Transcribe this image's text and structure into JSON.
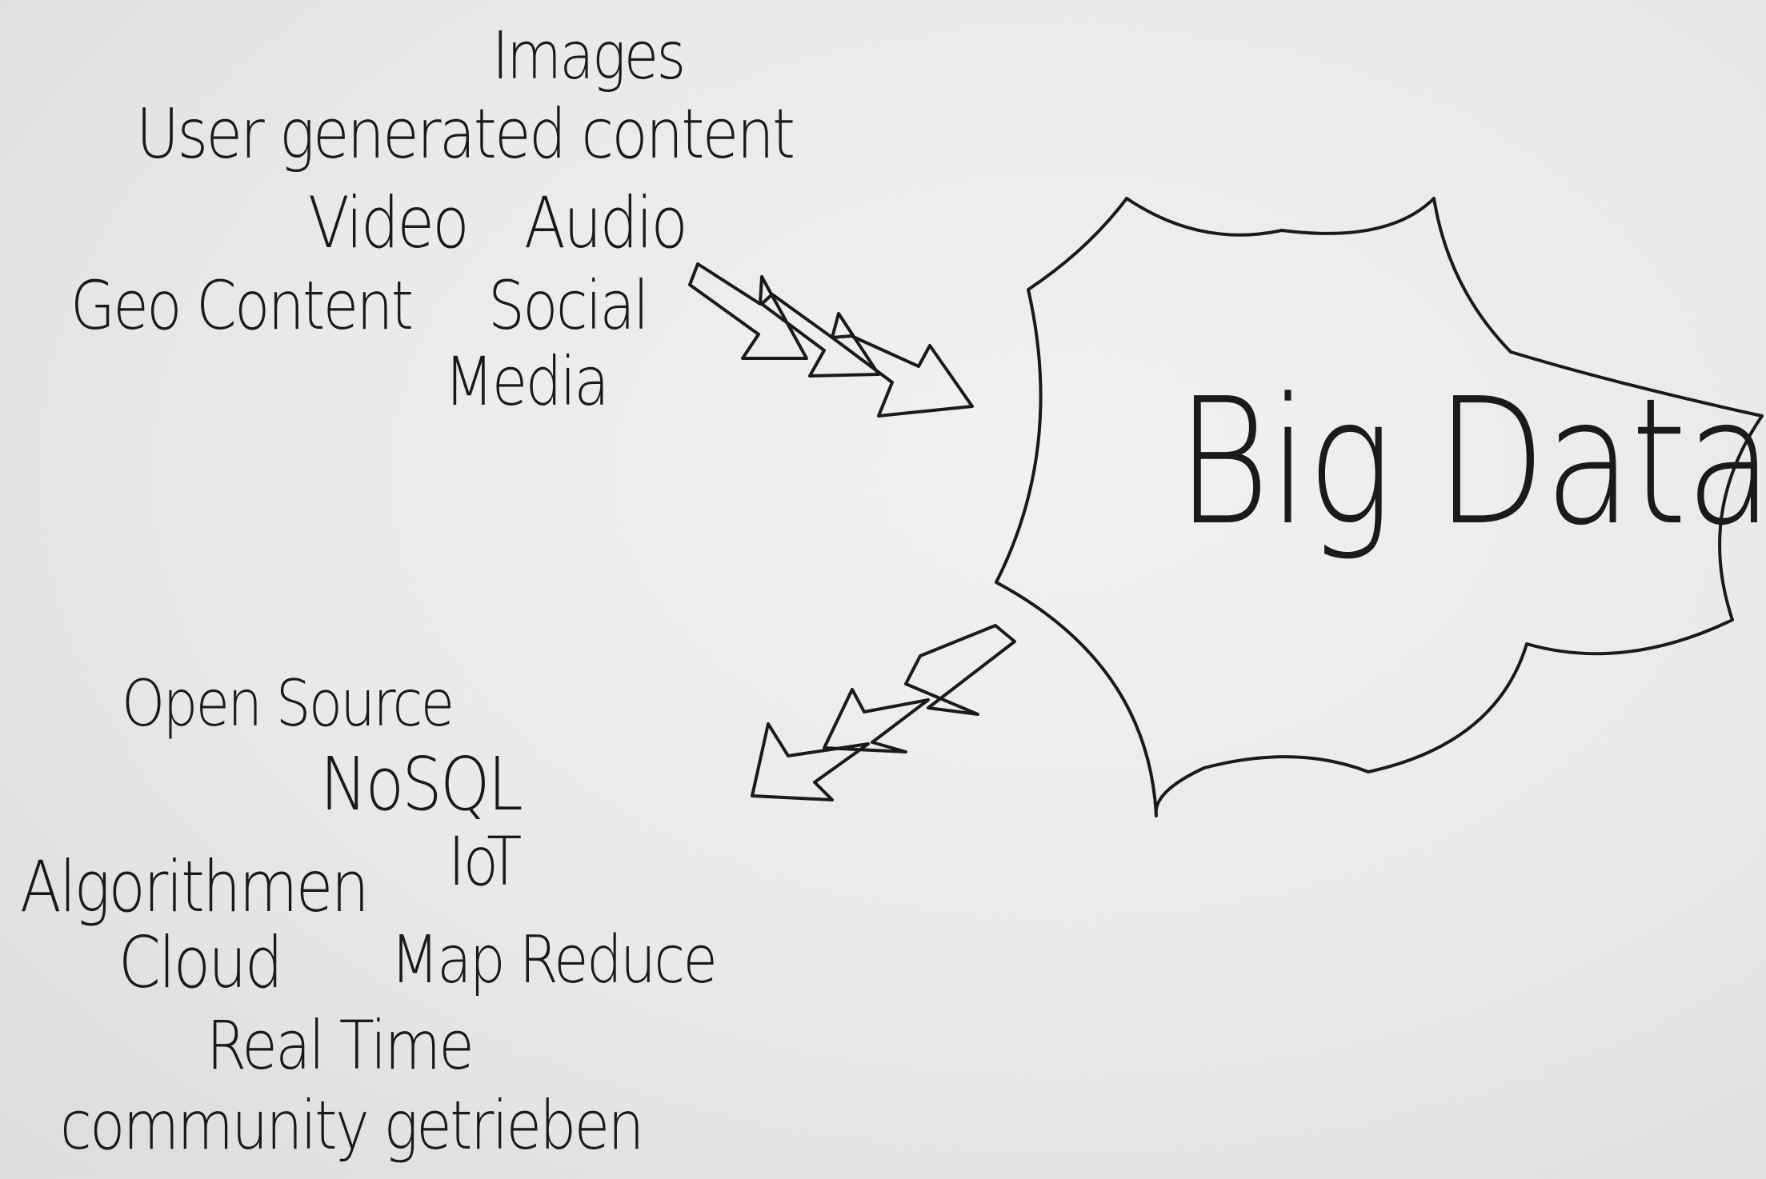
{
  "central_node": {
    "label": "Big Data",
    "shape": "starburst"
  },
  "input_sources": [
    "Images",
    "User generated content",
    "Video",
    "Audio",
    "Geo Content",
    "Social",
    "Media"
  ],
  "output_technologies": [
    "Open Source",
    "NoSQL",
    "IoT",
    "Algorithmen",
    "Cloud",
    "Map Reduce",
    "Real Time",
    "community getrieben"
  ],
  "arrows": [
    {
      "name": "inflow",
      "direction": "toward central node",
      "count": 3
    },
    {
      "name": "outflow",
      "direction": "away from central node",
      "count": 3
    }
  ],
  "colors": {
    "paper": "#e9e9e9",
    "ink": "#1a1a1a"
  }
}
